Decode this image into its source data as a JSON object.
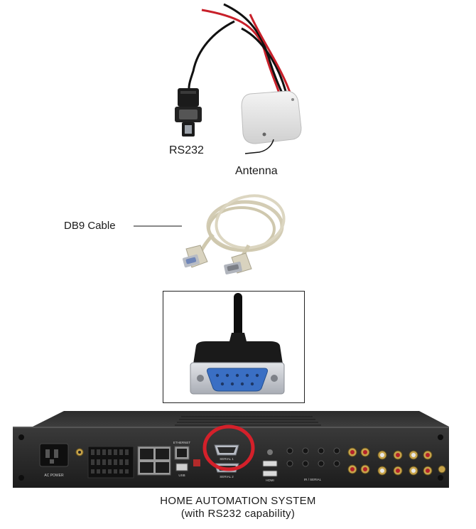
{
  "labels": {
    "rs232": "RS232",
    "antenna": "Antenna",
    "db9_cable": "DB9 Cable"
  },
  "device_labels": {
    "ac_power": "AC POWER",
    "serial_1": "SERIAL 1",
    "serial_2": "SERIAL 2",
    "ethernet": "ETHERNET",
    "usb": "USB",
    "hdmi": "HDMI",
    "ir_serial": "IR / SERIAL"
  },
  "caption": {
    "line1": "HOME AUTOMATION SYSTEM",
    "line2": "(with RS232 capability)"
  },
  "colors": {
    "highlight_circle": "#d4202a",
    "db9_connector_blue": "#3a6fc4",
    "cable_beige": "#d9d3bf",
    "device_body": "#2a2a2a"
  }
}
